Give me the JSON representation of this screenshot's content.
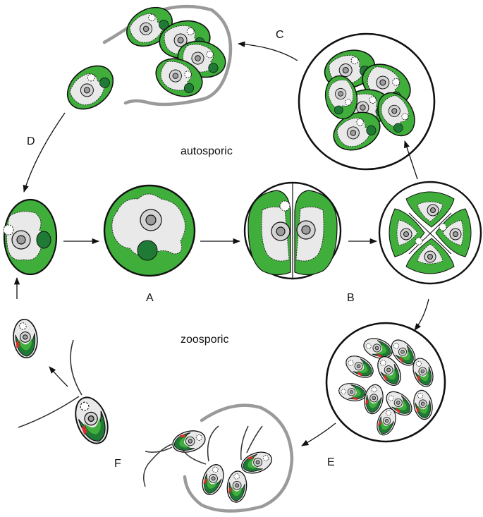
{
  "stage_labels": {
    "A": "A",
    "B": "B",
    "C": "C",
    "D": "D",
    "E": "E",
    "F": "F"
  },
  "pathways": {
    "upper": "autosporic",
    "lower": "zoosporic"
  },
  "colors": {
    "chloroplast": "#3fae3b",
    "pyrenoid": "#1f7a36",
    "cytoplasm": "#e9e9e9",
    "nucleus": "#cfcfcf",
    "eyespot": "#d92b2b",
    "wall": "#111111",
    "old_wall": "#9a9a9a"
  }
}
